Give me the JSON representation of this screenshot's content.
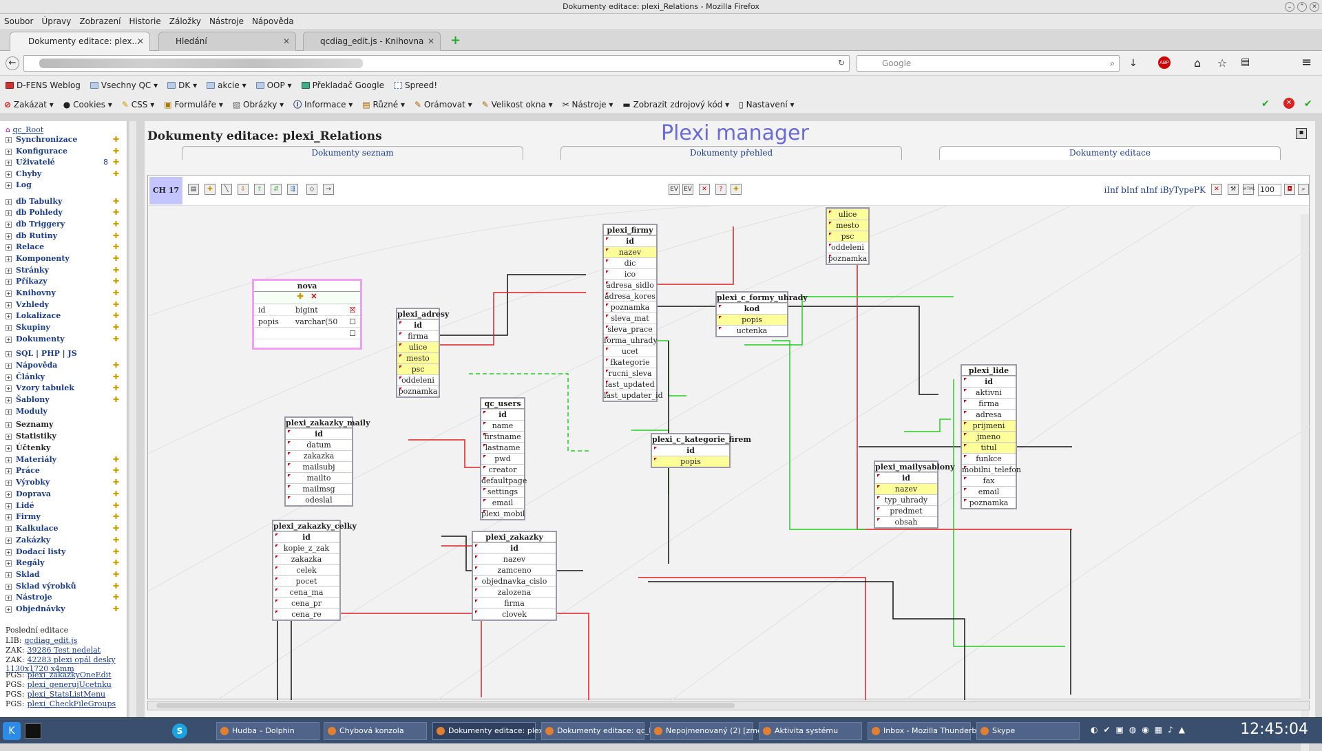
{
  "window": {
    "title": "Dokumenty editace: plexi_Relations - Mozilla Firefox"
  },
  "menu": [
    "Soubor",
    "Úpravy",
    "Zobrazení",
    "Historie",
    "Záložky",
    "Nástroje",
    "Nápověda"
  ],
  "tabs": [
    {
      "label": "Dokumenty editace: plex..."
    },
    {
      "label": "Hledání"
    },
    {
      "label": "qcdiag_edit.js - Knihovna"
    }
  ],
  "search": {
    "placeholder": "Google"
  },
  "bookmarks": [
    "D-FENS Weblog",
    "Vsechny QC",
    "DK",
    "akcie",
    "OOP",
    "Překladač Google",
    "Spreed!"
  ],
  "devbar": [
    "Zakázat",
    "Cookies",
    "CSS",
    "Formuláře",
    "Obrázky",
    "Informace",
    "Různé",
    "Orámovat",
    "Velikost okna",
    "Nástroje",
    "Zobrazit zdrojový kód",
    "Nastavení"
  ],
  "sidebar": {
    "root": "qc_Root",
    "items": [
      {
        "label": "Synchronizace"
      },
      {
        "label": "Konfigurace"
      },
      {
        "label": "Uživatelé",
        "count": "8"
      },
      {
        "label": "Chyby"
      },
      {
        "label": "Log"
      },
      {
        "label": "db Tabulky"
      },
      {
        "label": "db Pohledy"
      },
      {
        "label": "db Triggery"
      },
      {
        "label": "db Rutiny"
      },
      {
        "label": "Relace"
      },
      {
        "label": "Komponenty"
      },
      {
        "label": "Stránky"
      },
      {
        "label": "Příkazy"
      },
      {
        "label": "Knihovny"
      },
      {
        "label": "Vzhledy"
      },
      {
        "label": "Lokalizace"
      },
      {
        "label": "Skupiny"
      },
      {
        "label": "Dokumenty"
      },
      {
        "label": "SQL | PHP | JS"
      },
      {
        "label": "Nápověda"
      },
      {
        "label": "Články"
      },
      {
        "label": "Vzory tabulek"
      },
      {
        "label": "Šablony"
      },
      {
        "label": "Moduly"
      },
      {
        "label": "Seznamy"
      },
      {
        "label": "Statistiky"
      },
      {
        "label": "Účtenky"
      },
      {
        "label": "Materiály"
      },
      {
        "label": "Práce"
      },
      {
        "label": "Výrobky"
      },
      {
        "label": "Doprava"
      },
      {
        "label": "Lidé"
      },
      {
        "label": "Firmy"
      },
      {
        "label": "Kalkulace"
      },
      {
        "label": "Zakázky"
      },
      {
        "label": "Dodací listy"
      },
      {
        "label": "Regály"
      },
      {
        "label": "Sklad"
      },
      {
        "label": "Sklad výrobků"
      },
      {
        "label": "Nástroje"
      },
      {
        "label": "Objednávky"
      }
    ],
    "recent_title": "Poslední editace",
    "recent": [
      {
        "tag": "LIB:",
        "text": "qcdiag_edit.js"
      },
      {
        "tag": "ZAK:",
        "text": "39286 Test nedelat"
      },
      {
        "tag": "ZAK:",
        "text": "42283 plexi opál desky 1130x1720 x4mm"
      },
      {
        "tag": "PGS:",
        "text": "plexi_zakazkyOneEdit"
      },
      {
        "tag": "PGS:",
        "text": "plexi_generujUcetnku"
      },
      {
        "tag": "PGS:",
        "text": "plexi_StatsListMenu"
      },
      {
        "tag": "PGS:",
        "text": "plexi_CheckFileGroups"
      }
    ]
  },
  "page": {
    "heading": "Dokumenty editace: plexi_Relations",
    "brand": "Plexi manager",
    "navtabs": [
      "Dokumenty seznam",
      "Dokumenty přehled",
      "Dokumenty editace"
    ],
    "ch": "CH 17",
    "right_tools": "iInf bInf nInf iByTypePK",
    "zoom": "100"
  },
  "tables": {
    "nova": {
      "title": "nova",
      "fields": [
        {
          "name": "id",
          "type": "bigint"
        },
        {
          "name": "popis",
          "type": "varchar(50"
        }
      ]
    },
    "plexi_firmy": {
      "title": "plexi_firmy",
      "rows": [
        "id",
        "nazev",
        "dic",
        "ico",
        "adresa_sidlo",
        "adresa_kores",
        "poznamka",
        "sleva_mat",
        "sleva_prace",
        "forma_uhrady",
        "ucet",
        "fkategorie",
        "rucni_sleva",
        "last_updated",
        "last_updater_id"
      ]
    },
    "plexi_adresy": {
      "title": "plexi_adresy",
      "rows": [
        "id",
        "firma",
        "ulice",
        "mesto",
        "psc",
        "oddeleni",
        "poznamka"
      ]
    },
    "top_partial": {
      "rows": [
        "ulice",
        "mesto",
        "psc",
        "oddeleni",
        "poznamka"
      ]
    },
    "plexi_c_formy_uhrady": {
      "title": "plexi_c_formy_uhrady",
      "rows": [
        "kod",
        "popis",
        "uctenka"
      ]
    },
    "qc_users": {
      "title": "qc_users",
      "rows": [
        "id",
        "name",
        "firstname",
        "lastname",
        "pwd",
        "creator",
        "defaultpage",
        "settings",
        "email",
        "plexi_mobil"
      ]
    },
    "plexi_zakazky_maily": {
      "title": "plexi_zakazky_maily",
      "rows": [
        "id",
        "datum",
        "zakazka",
        "mailsubj",
        "mailto",
        "mailmsg",
        "odeslal"
      ]
    },
    "plexi_c_kategorie_firem": {
      "title": "plexi_c_kategorie_firem",
      "rows": [
        "id",
        "popis"
      ]
    },
    "plexi_mailysablony": {
      "title": "plexi_mailysablony",
      "rows": [
        "id",
        "nazev",
        "typ_uhrady",
        "predmet",
        "obsah"
      ]
    },
    "plexi_lide": {
      "title": "plexi_lide",
      "rows": [
        "id",
        "aktivni",
        "firma",
        "adresa",
        "prijmeni",
        "jmeno",
        "titul",
        "funkce",
        "mobilni_telefon",
        "fax",
        "email",
        "poznamka"
      ]
    },
    "plexi_zakazky_celky": {
      "title": "plexi_zakazky_celky",
      "rows": [
        "id",
        "kopie_z_zak",
        "zakazka",
        "celek",
        "pocet",
        "cena_ma",
        "cena_pr",
        "cena_re"
      ]
    },
    "plexi_zakazky": {
      "title": "plexi_zakazky",
      "rows": [
        "id",
        "nazev",
        "zamceno",
        "objednavka_cislo",
        "zalozena",
        "firma",
        "clovek"
      ]
    }
  },
  "taskbar": [
    "Hudba – Dolphin",
    "Chybová konzola",
    "Dokumenty editace: plexi",
    "Dokumenty editace: qc_F",
    "Nepojmenovaný (2) [změ",
    "Aktivita systému",
    "Inbox - Mozilla Thunderbi",
    "Skype"
  ],
  "clock": "12:45:04",
  "colors": {
    "fk_red": "#e02020",
    "fk_green": "#20d020",
    "fk_black": "#111111",
    "brand": "#6a6ad8",
    "highlight": "#fdfd9a"
  }
}
